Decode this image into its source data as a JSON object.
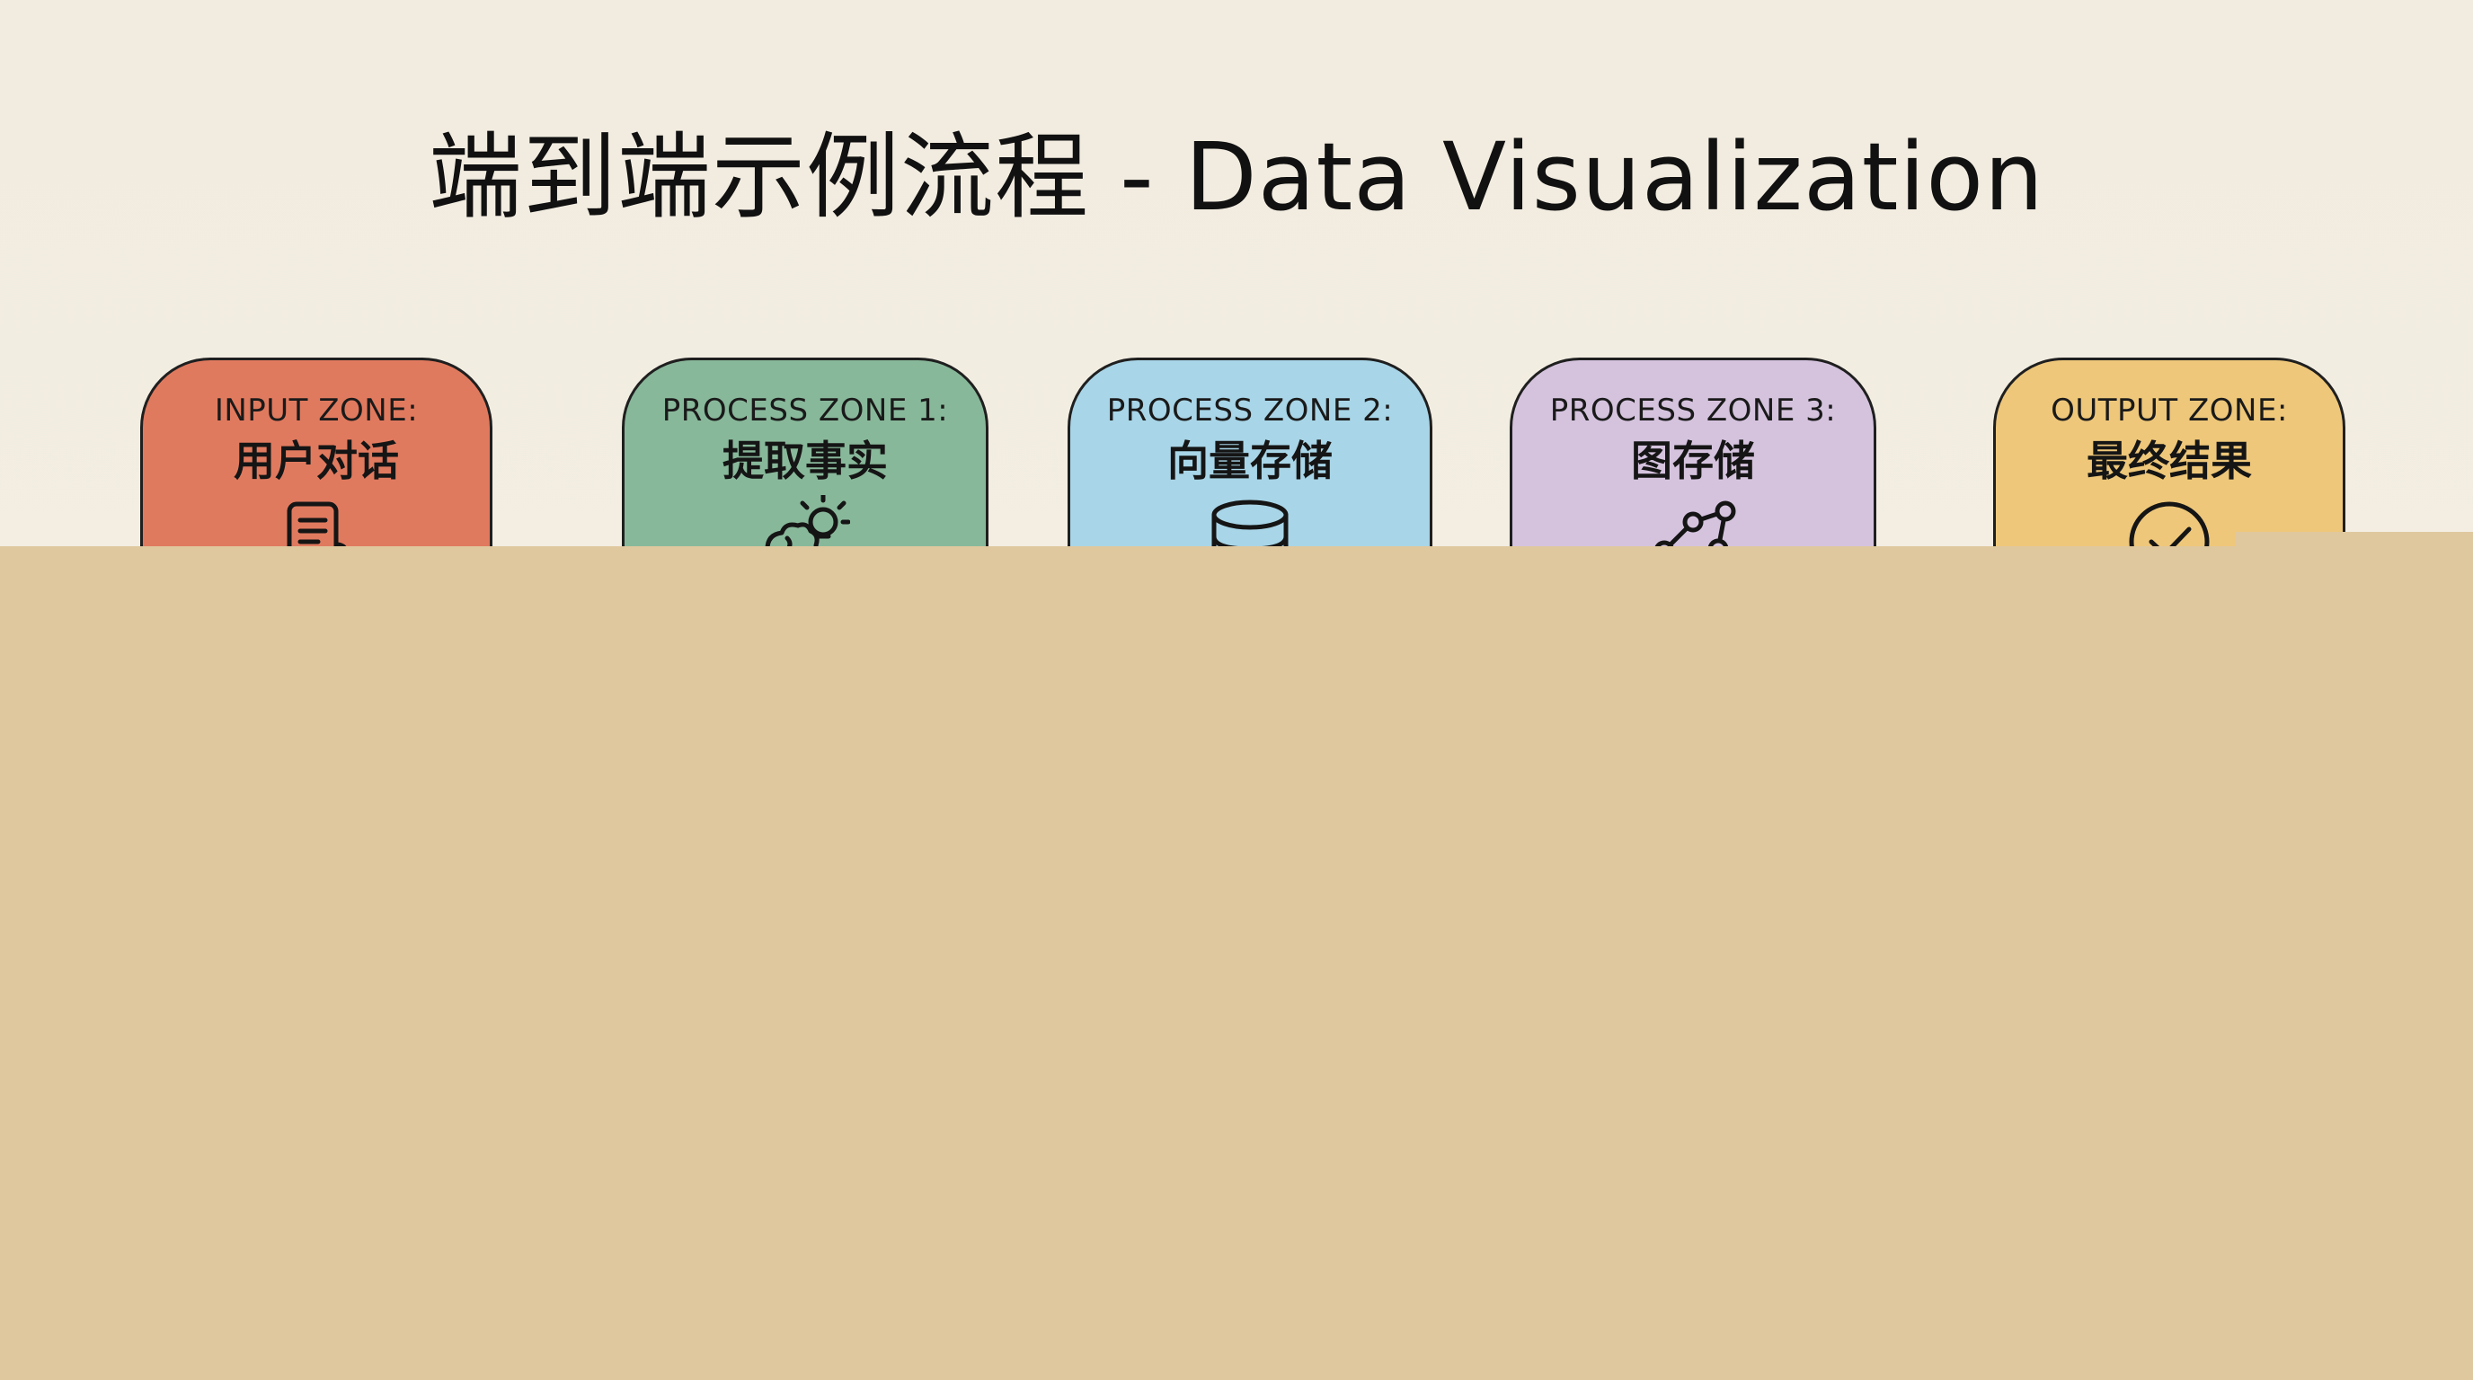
{
  "title": "端到端示例流程 - Data Visualization",
  "zones": [
    {
      "label_en": "INPUT ZONE:",
      "label_zh": "用户对话",
      "icon": "document-icon",
      "color": "#e07a5f"
    },
    {
      "label_en": "PROCESS ZONE 1:",
      "label_zh": "提取事实",
      "icon": "brain-lightbulb-icon",
      "color": "#88b89a"
    },
    {
      "label_en": "PROCESS ZONE 2:",
      "label_zh": "向量存储",
      "icon": "database-icon",
      "color": "#a8d5e7"
    },
    {
      "label_en": "PROCESS ZONE 3:",
      "label_zh": "图存储",
      "icon": "graph-network-icon",
      "color": "#d5c3de"
    },
    {
      "label_en": "OUTPUT ZONE:",
      "label_zh": "最终结果",
      "icon": "checkmark-circle-icon",
      "color": "#eec77a"
    }
  ],
  "overlay_color": "#e0c89e"
}
